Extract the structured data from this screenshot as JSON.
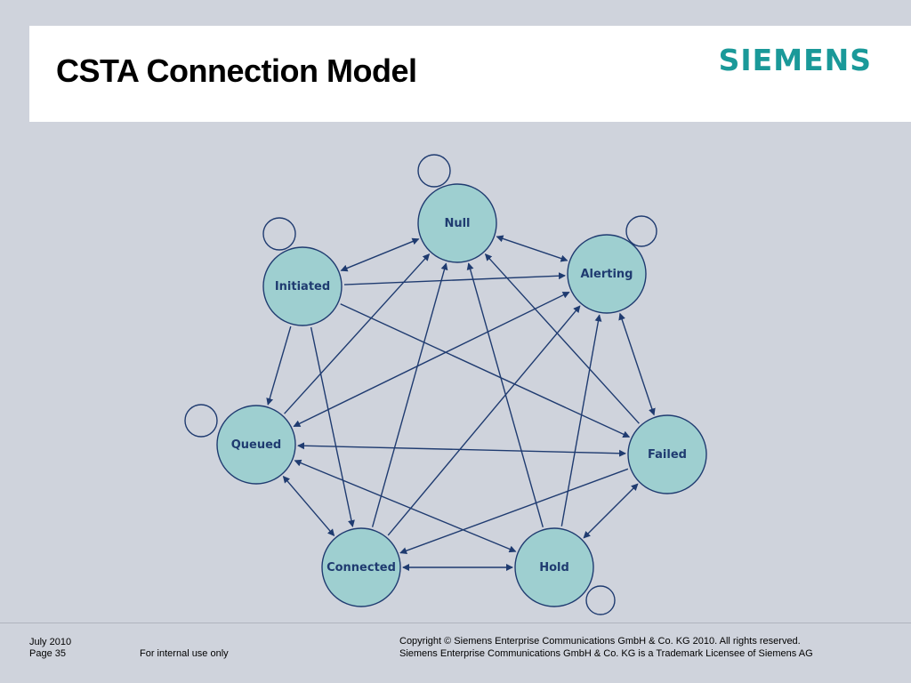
{
  "slide": {
    "title": "CSTA Connection Model",
    "logo": "SIEMENS"
  },
  "colors": {
    "node_fill": "#9ecfd0",
    "node_stroke": "#1f3b70",
    "edge": "#1f3b70",
    "logo": "#1a9999",
    "background": "#cfd3dc"
  },
  "diagram": {
    "nodes": [
      {
        "id": "null",
        "label": "Null"
      },
      {
        "id": "alerting",
        "label": "Alerting"
      },
      {
        "id": "initiated",
        "label": "Initiated"
      },
      {
        "id": "queued",
        "label": "Queued"
      },
      {
        "id": "failed",
        "label": "Failed"
      },
      {
        "id": "connected",
        "label": "Connected"
      },
      {
        "id": "hold",
        "label": "Hold"
      }
    ],
    "edges": [
      {
        "from": "initiated",
        "to": "null",
        "bidirectional": true
      },
      {
        "from": "null",
        "to": "alerting",
        "bidirectional": true
      },
      {
        "from": "initiated",
        "to": "alerting",
        "bidirectional": false
      },
      {
        "from": "initiated",
        "to": "queued",
        "bidirectional": false
      },
      {
        "from": "initiated",
        "to": "connected",
        "bidirectional": false
      },
      {
        "from": "initiated",
        "to": "failed",
        "bidirectional": false
      },
      {
        "from": "queued",
        "to": "null",
        "bidirectional": false
      },
      {
        "from": "connected",
        "to": "null",
        "bidirectional": false
      },
      {
        "from": "hold",
        "to": "null",
        "bidirectional": false
      },
      {
        "from": "failed",
        "to": "null",
        "bidirectional": false
      },
      {
        "from": "alerting",
        "to": "queued",
        "bidirectional": true
      },
      {
        "from": "connected",
        "to": "alerting",
        "bidirectional": false
      },
      {
        "from": "hold",
        "to": "alerting",
        "bidirectional": false
      },
      {
        "from": "alerting",
        "to": "failed",
        "bidirectional": true
      },
      {
        "from": "queued",
        "to": "failed",
        "bidirectional": true
      },
      {
        "from": "queued",
        "to": "connected",
        "bidirectional": true
      },
      {
        "from": "queued",
        "to": "hold",
        "bidirectional": true
      },
      {
        "from": "failed",
        "to": "connected",
        "bidirectional": false
      },
      {
        "from": "failed",
        "to": "hold",
        "bidirectional": true
      },
      {
        "from": "connected",
        "to": "hold",
        "bidirectional": true
      }
    ],
    "self_loops": [
      "null",
      "initiated",
      "alerting",
      "queued",
      "hold"
    ]
  },
  "footer": {
    "date": "July 2010",
    "page": "Page 35",
    "classification": "For internal use only",
    "copyright": "Copyright © Siemens Enterprise Communications GmbH & Co. KG 2010. All rights reserved.",
    "trademark": "Siemens Enterprise Communications GmbH & Co. KG is a Trademark Licensee of Siemens AG"
  }
}
